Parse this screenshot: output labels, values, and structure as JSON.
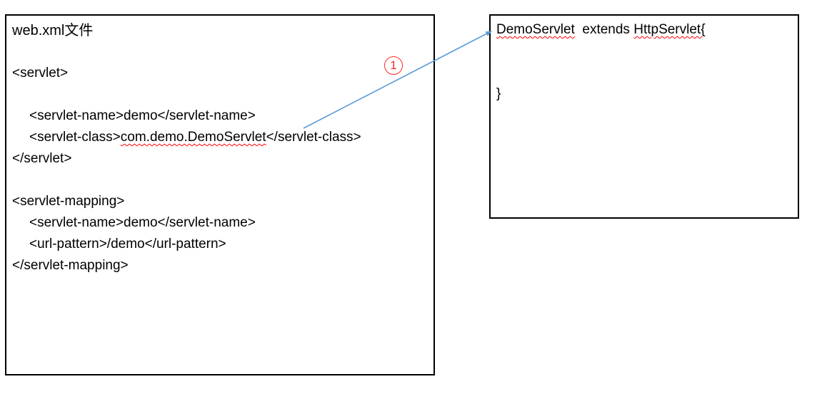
{
  "left_box": {
    "title": "web.xml文件",
    "code": {
      "servlet_open": "<servlet>",
      "servlet_name_line": "<servlet-name>demo</servlet-name>",
      "servlet_class_open_tag": "<servlet-class>",
      "servlet_class_value": "com.demo.DemoServlet",
      "servlet_class_close_tag": "</servlet-class>",
      "servlet_close": "</servlet>",
      "servlet_mapping_open": "<servlet-mapping>",
      "mapping_servlet_name_line": "<servlet-name>demo</servlet-name>",
      "url_pattern_line": "<url-pattern>/demo</url-pattern>",
      "servlet_mapping_close": "</servlet-mapping>"
    }
  },
  "right_box": {
    "class_name": "DemoServlet",
    "extends_segment": "  extends ",
    "superclass": "HttpServlet{",
    "closing_brace": "}"
  },
  "annotation": {
    "step_label": "1",
    "arrow_color": "#5b9bd5",
    "circle_color": "#ff2a2a",
    "misspell_underline_color": "#ff0000",
    "text_color": "#000000",
    "border_color": "#000000"
  }
}
